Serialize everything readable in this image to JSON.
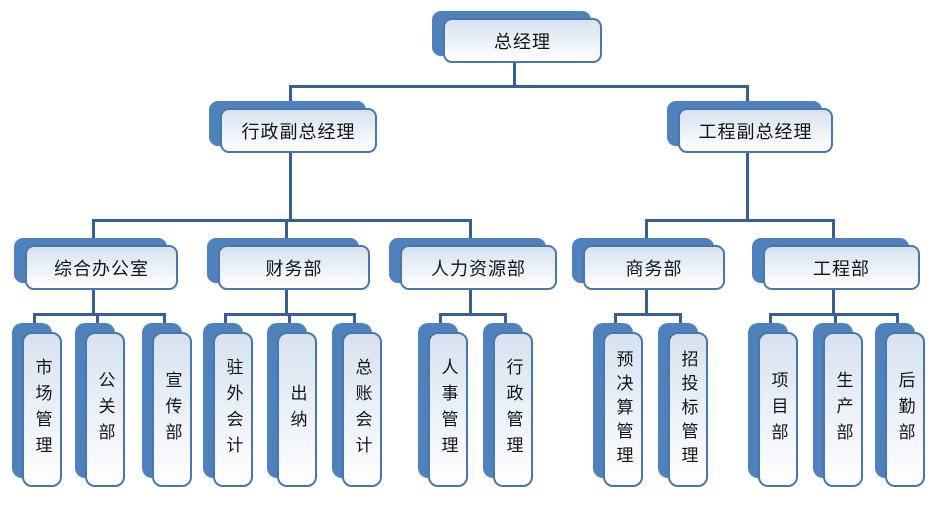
{
  "diagram": {
    "type": "org-chart",
    "language": "zh-CN",
    "colors": {
      "shadow": "#4F81BD",
      "box_border": "#4A77AB",
      "box_fill_top": "#D7E1EF",
      "box_fill_bottom": "#FFFFFF",
      "connector": "#37608F",
      "text": "#141414",
      "background": "#FFFFFF"
    },
    "nodes": [
      {
        "id": "general-manager",
        "label": "总经理",
        "level": 1,
        "parent": null
      },
      {
        "id": "admin-deputy-gm",
        "label": "行政副总经理",
        "level": 2,
        "parent": "general-manager"
      },
      {
        "id": "engineering-deputy-gm",
        "label": "工程副总经理",
        "level": 2,
        "parent": "general-manager"
      },
      {
        "id": "general-office",
        "label": "综合办公室",
        "level": 3,
        "parent": "admin-deputy-gm"
      },
      {
        "id": "finance-dept",
        "label": "财务部",
        "level": 3,
        "parent": "admin-deputy-gm"
      },
      {
        "id": "hr-dept",
        "label": "人力资源部",
        "level": 3,
        "parent": "admin-deputy-gm"
      },
      {
        "id": "business-dept",
        "label": "商务部",
        "level": 3,
        "parent": "engineering-deputy-gm"
      },
      {
        "id": "engineering-dept",
        "label": "工程部",
        "level": 3,
        "parent": "engineering-deputy-gm"
      },
      {
        "id": "market-management",
        "label": "市场管理",
        "level": 4,
        "parent": "general-office"
      },
      {
        "id": "pr-dept",
        "label": "公关部",
        "level": 4,
        "parent": "general-office"
      },
      {
        "id": "publicity-dept",
        "label": "宣传部",
        "level": 4,
        "parent": "general-office"
      },
      {
        "id": "resident-accountant",
        "label": "驻外会计",
        "level": 4,
        "parent": "finance-dept"
      },
      {
        "id": "cashier",
        "label": "出纳",
        "level": 4,
        "parent": "finance-dept"
      },
      {
        "id": "ledger-accountant",
        "label": "总账会计",
        "level": 4,
        "parent": "finance-dept"
      },
      {
        "id": "personnel-management",
        "label": "人事管理",
        "level": 4,
        "parent": "hr-dept"
      },
      {
        "id": "admin-management",
        "label": "行政管理",
        "level": 4,
        "parent": "hr-dept"
      },
      {
        "id": "budget-management",
        "label": "预决算管理",
        "level": 4,
        "parent": "business-dept"
      },
      {
        "id": "bidding-management",
        "label": "招投标管理",
        "level": 4,
        "parent": "business-dept"
      },
      {
        "id": "project-dept",
        "label": "项目部",
        "level": 4,
        "parent": "engineering-dept"
      },
      {
        "id": "production-dept",
        "label": "生产部",
        "level": 4,
        "parent": "engineering-dept"
      },
      {
        "id": "logistics-dept",
        "label": "后勤部",
        "level": 4,
        "parent": "engineering-dept"
      }
    ]
  }
}
